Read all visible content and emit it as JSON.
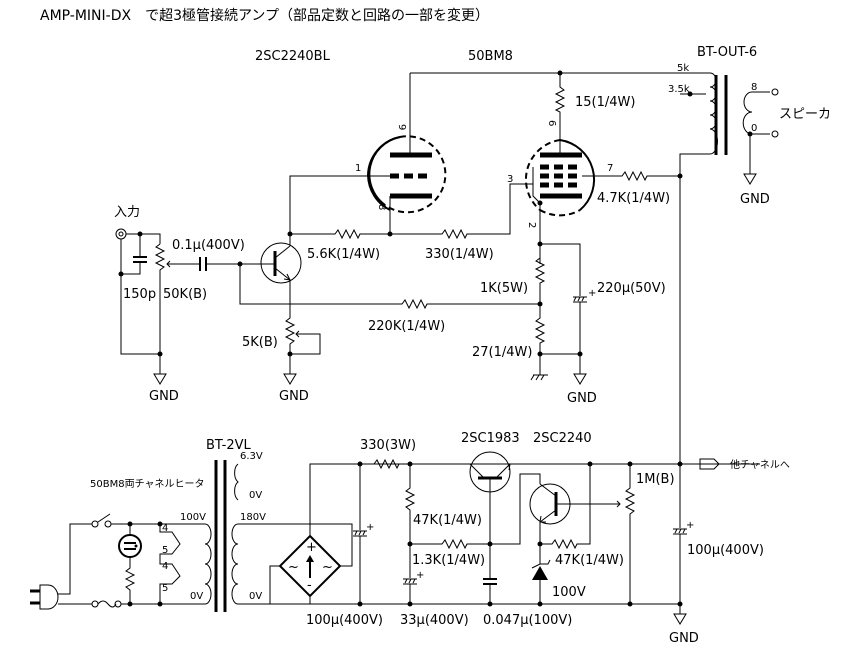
{
  "title": "AMP-MINI-DX　で超3極管接続アンプ（部品定数と回路の一部を変更）",
  "amp_section": {
    "transistor_label": "2SC2240BL",
    "tube_label": "50BM8",
    "output_transformer": "BT-OUT-6",
    "opt_taps": {
      "primary_5k": "5k",
      "primary_3k5": "3.5k",
      "secondary_8": "8",
      "secondary_0": "0"
    },
    "speaker_label": "スピーカ",
    "input_label": "入力",
    "tube_pins": {
      "p9": "9",
      "p1": "1",
      "p8": "8",
      "p6": "6",
      "p3": "3",
      "p7": "7",
      "p2": "2"
    },
    "components": {
      "r_plate": "15(1/4W)",
      "r_g2": "4.7K(1/4W)",
      "c_input": "0.1μ(400V)",
      "r_collector": "5.6K(1/4W)",
      "r_grid": "330(1/4W)",
      "c_input_shunt": "150p",
      "vr_volume": "50K(B)",
      "r_cathode": "1K(5W)",
      "c_cathode": "220μ(50V)",
      "r_feedback": "220K(1/4W)",
      "vr_emitter": "5K(B)",
      "r_cathode2": "27(1/4W)"
    },
    "gnd_labels": [
      "GND",
      "GND",
      "GND",
      "GND"
    ]
  },
  "power_section": {
    "power_transformer": "BT-2VL",
    "heater_note": "50BM8両チャネルヒータ",
    "pt_taps": {
      "v63": "6.3V",
      "v0a": "0V",
      "v100": "100V",
      "v180": "180V",
      "v0b": "0V",
      "v0c": "0V"
    },
    "heater_pins": [
      "4",
      "5",
      "4",
      "5"
    ],
    "components": {
      "r_drop": "330(3W)",
      "q_pass": "2SC1983",
      "q_error": "2SC2240",
      "r_bias1": "47K(1/4W)",
      "r_bias2": "1.3K(1/4W)",
      "r_zener": "47K(1/4W)",
      "zener": "100V",
      "vr_adj": "1M(B)",
      "c_filter1": "100μ(400V)",
      "c_filter2": "33μ(400V)",
      "c_small": "0.047μ(100V)",
      "c_out": "100μ(400V)"
    },
    "other_channel": "他チャネルへ",
    "gnd_label": "GND"
  }
}
